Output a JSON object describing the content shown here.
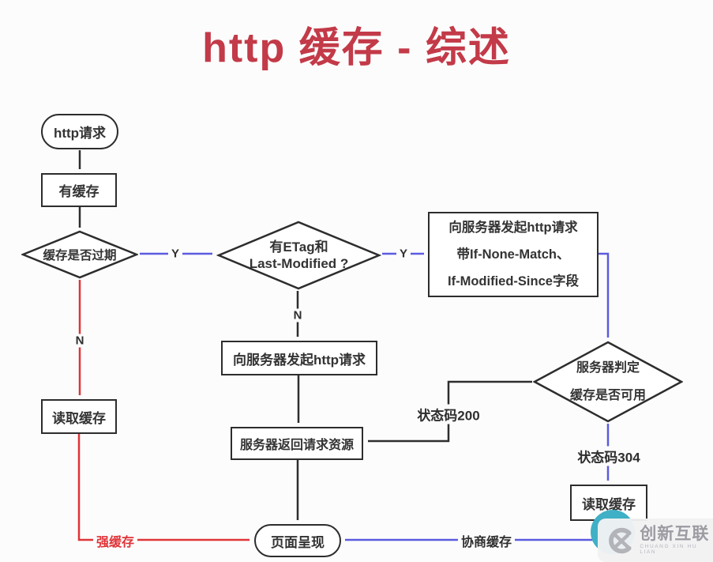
{
  "title": "http 缓存 - 综述",
  "nodes": {
    "start": {
      "label": "http请求"
    },
    "has_cache": {
      "label": "有缓存"
    },
    "cache_expired": {
      "label": "缓存是否过期"
    },
    "has_etag": {
      "line1": "有ETag和",
      "line2": "Last-Modified ?"
    },
    "conditional_request": {
      "line1": "向服务器发起http请求",
      "line2": "带If-None-Match、",
      "line3": "If-Modified-Since字段"
    },
    "plain_request": {
      "label": "向服务器发起http请求"
    },
    "server_returns": {
      "label": "服务器返回请求资源"
    },
    "server_judge": {
      "line1": "服务器判定",
      "line2": "缓存是否可用"
    },
    "read_cache_left": {
      "label": "读取缓存"
    },
    "read_cache_right": {
      "label": "读取缓存"
    },
    "render_page": {
      "label": "页面呈现"
    }
  },
  "edge_labels": {
    "yes_expired": "Y",
    "yes_etag": "Y",
    "no_etag": "N",
    "no_expired": "N",
    "status_200": "状态码200",
    "status_304": "状态码304",
    "strong_cache": "强缓存",
    "negotiated_cache": "协商缓存"
  },
  "colors": {
    "title_red": "#c33a48",
    "flow_black": "#2e2e2e",
    "flow_blue": "#5b5be0",
    "flow_red": "#e03438",
    "watermark_teal": "#3fb0c6"
  },
  "watermark": {
    "brand": "创新互联",
    "subtitle": "CHUANG XIN HU LIAN",
    "logo_icon": "chuangxin-hulian-logo"
  }
}
